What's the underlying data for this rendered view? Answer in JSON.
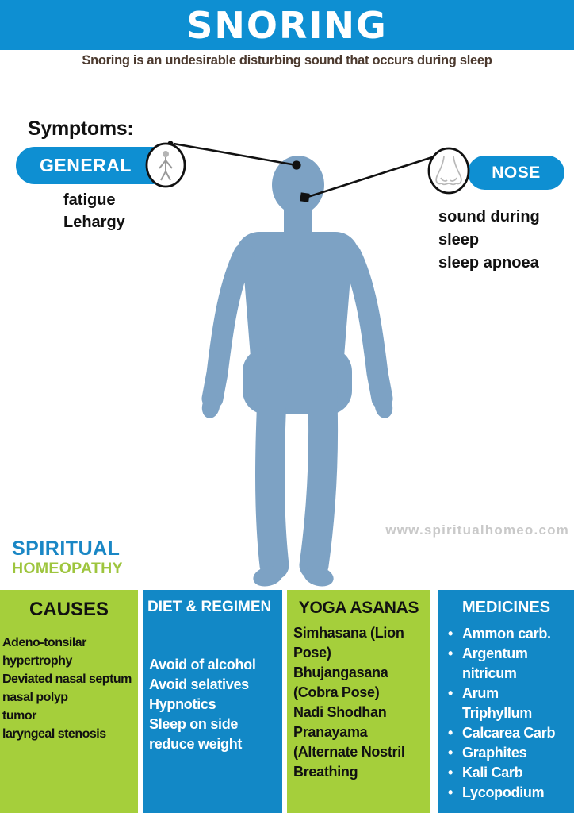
{
  "poster": {
    "title": "SNORING",
    "subtitle": "Snoring is an undesirable disturbing sound that occurs during sleep",
    "watermark": "www.spiritualhomeo.com"
  },
  "symptoms": {
    "heading": "Symptoms:",
    "general": {
      "label": "GENERAL",
      "icon": "human-body-icon",
      "lines": [
        "fatigue",
        "Lehargy"
      ]
    },
    "nose": {
      "label": "NOSE",
      "icon": "nose-icon",
      "lines": [
        "sound during",
        "sleep",
        "sleep apnoea"
      ]
    }
  },
  "logo": {
    "line1": "SPIRITUAL",
    "line2": "HOMEOPATHY"
  },
  "sections": {
    "causes": {
      "title": "CAUSES",
      "lines": [
        "Adeno-tonsilar",
        "hypertrophy",
        "Deviated nasal septum",
        "nasal polyp",
        "tumor",
        "laryngeal stenosis"
      ]
    },
    "diet": {
      "title": "DIET & REGIMEN",
      "lines": [
        "Avoid of alcohol",
        "Avoid selatives",
        "Hypnotics",
        "Sleep on side",
        "reduce weight"
      ]
    },
    "yoga": {
      "title": "YOGA ASANAS",
      "lines": [
        "Simhasana (Lion",
        "Pose)",
        "Bhujangasana",
        "(Cobra Pose)",
        "Nadi Shodhan",
        "Pranayama",
        "(Alternate Nostril",
        "Breathing"
      ]
    },
    "medicines": {
      "title": "MEDICINES",
      "items": [
        "Ammon carb.",
        "Argentum nitricum",
        "Arum Triphyllum",
        "Calcarea Carb",
        "Graphites",
        "Kali Carb",
        "Lycopodium"
      ]
    }
  },
  "colors": {
    "header_blue": "#0e8fd2",
    "column_blue": "#1288c6",
    "green": "#a5cf3b",
    "body_silhouette": "#7da2c4",
    "subtitle_brown": "#4b392e",
    "logo_blue": "#1a87c5",
    "logo_green": "#9ec53e",
    "watermark_gray": "#c9c9c9"
  }
}
